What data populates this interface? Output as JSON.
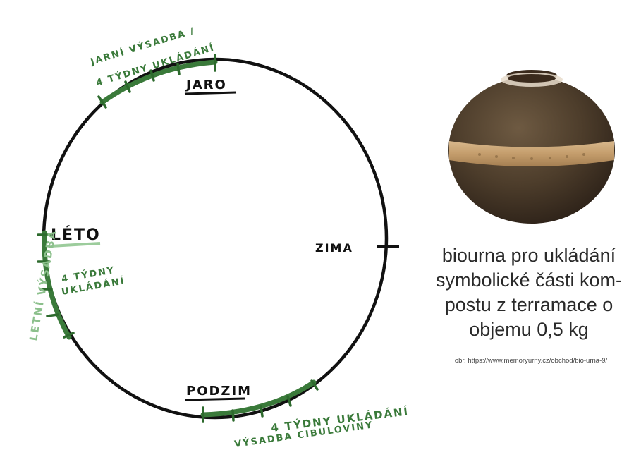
{
  "cycle": {
    "seasons": {
      "spring": "JARO",
      "summer": "LÉTO",
      "autumn": "PODZIM",
      "winter": "ZIMA"
    },
    "notes": {
      "spring_line1": "JARNÍ VÝSADBA /",
      "spring_line2": "4 TÝDNY UKLÁDÁNÍ",
      "summer_weeks_line1": "4 TÝDNY",
      "summer_weeks_line2": "UKLÁDÁNÍ",
      "summer_planting": "LETNÍ VÝSADBA",
      "autumn_weeks": "4 TÝDNY UKLÁDÁNÍ",
      "autumn_planting": "VÝSADBA CIBULOVINY"
    },
    "colors": {
      "ring": "#111111",
      "storage_arc": "#3a7a3a",
      "summer_underline": "#9ccc9c",
      "summer_planting": "#8cc08c"
    }
  },
  "image": {
    "subject": "bio-urn-icon"
  },
  "caption": {
    "text": "biourna pro ukládání symbolické části kom-postu z terramace o objemu 0,5 kg",
    "source": "obr. https://www.memoryurny.cz/obchod/bio-urna-9/"
  }
}
